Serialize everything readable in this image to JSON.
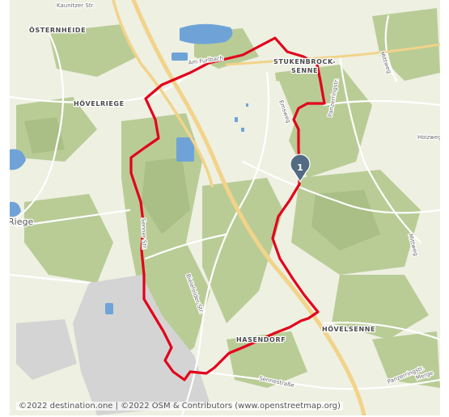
{
  "map": {
    "colors": {
      "land": "#eef0e2",
      "forest": "#b9cc96",
      "forest_dark": "#a9bf85",
      "urban": "#d4d4d4",
      "water": "#6fa3d8",
      "road_major": "#f2d38a",
      "road_minor": "#ffffff",
      "route": "#e3001b",
      "marker": "#526a82"
    },
    "places": [
      {
        "name": "ÖSTERNHEIDE",
        "kind": "locality"
      },
      {
        "name": "HÖVELRIEGE",
        "kind": "locality"
      },
      {
        "name": "STUKENBROCK-",
        "kind": "locality"
      },
      {
        "name": "SENNE",
        "kind": "locality"
      },
      {
        "name": "HÖVELSENNE",
        "kind": "locality"
      },
      {
        "name": "HASENDORF",
        "kind": "locality"
      },
      {
        "name": "Riege",
        "kind": "town"
      }
    ],
    "streets": [
      "Kaunitzer Str.",
      "Am Furlbach",
      "Emsweg",
      "Panzerringstr.",
      "Mittweg",
      "Hoizweg",
      "Mittweg",
      "Senner Str.",
      "Bielefelder Str.",
      "Sennestraße",
      "Panzerringstr.",
      "Merge"
    ],
    "marker": {
      "label": "1",
      "icon": "map-pin-icon"
    },
    "attribution": "©2022 destination.one | ©2022 OSM & Contributors (www.openstreetmap.org)"
  }
}
